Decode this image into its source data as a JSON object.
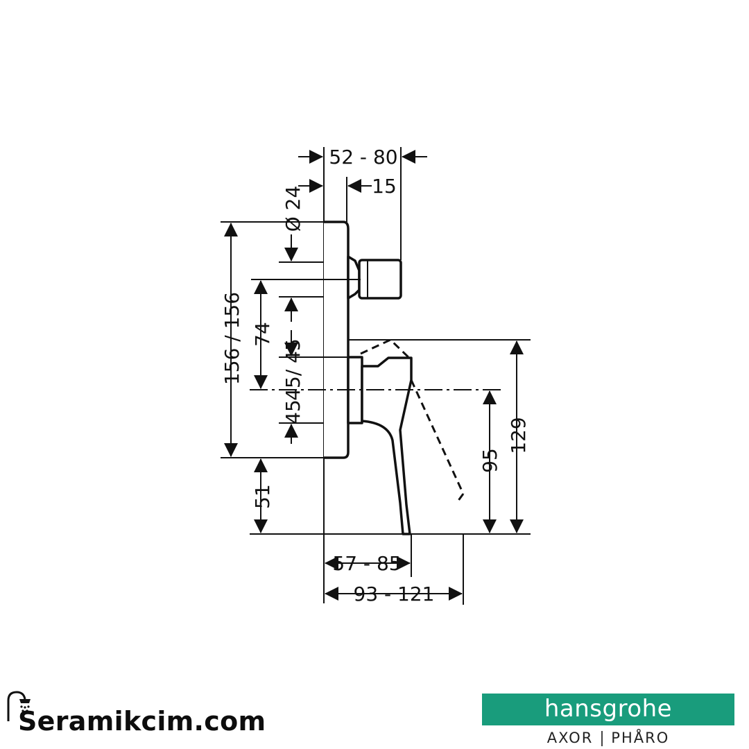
{
  "dimensions": {
    "d_52_80": "52 - 80",
    "d_15": "15",
    "d_dia24": "Ø 24",
    "d_156": "156 / 156",
    "d_74": "74",
    "d_45_45": "45/ 45",
    "d_45": "45",
    "d_51": "51",
    "d_57_85": "57 - 85",
    "d_93_121": "93 - 121",
    "d_95": "95",
    "d_129": "129"
  },
  "site": {
    "name": "Seramikcim.com",
    "icon": "shower-icon"
  },
  "logo": {
    "brand": "hansgrohe",
    "sub_left": "AXOR",
    "sub_right": "PHÅRO",
    "color": "#199c7c"
  }
}
